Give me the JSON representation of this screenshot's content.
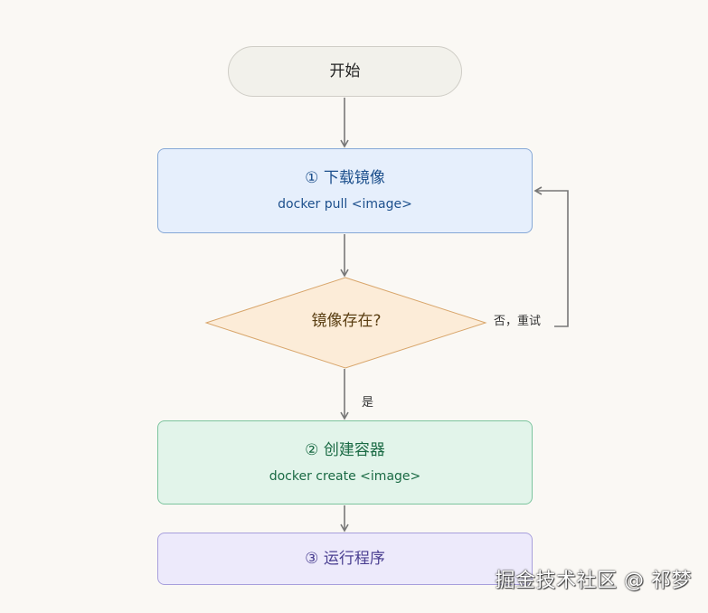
{
  "nodes": {
    "start": {
      "title": "开始"
    },
    "step1": {
      "title": "① 下载镜像",
      "command": "docker pull <image>"
    },
    "decision": {
      "title": "镜像存在?"
    },
    "step2": {
      "title": "② 创建容器",
      "command": "docker create <image>"
    },
    "step3": {
      "title": "③ 运行程序"
    }
  },
  "edges": {
    "no_retry_label": "否，重试",
    "yes_label": "是"
  },
  "colors": {
    "arrow": "#777777",
    "start_fill": "#f2f1eb",
    "step1_fill": "#e6effc",
    "decision_fill": "#fcecd8",
    "step2_fill": "#e2f4ea",
    "step3_fill": "#edeafb"
  },
  "watermark": "掘金技术社区 @ 祁梦"
}
